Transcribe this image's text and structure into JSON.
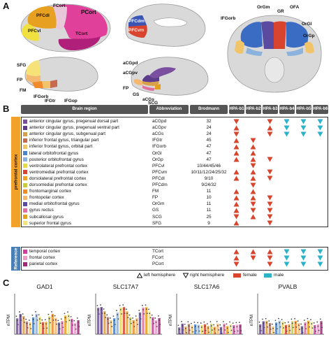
{
  "panels": {
    "a": "A",
    "b": "B",
    "c": "C"
  },
  "brain_labels": {
    "fcort": "FCort",
    "pcort": "PCort",
    "pfcdl": "PFCdl",
    "pfcvl": "PFCvl",
    "tcort": "TCort",
    "pfcdm": "PFCdm",
    "pfcvm": "PFCvm",
    "orgm": "OrGm",
    "gr": "GR",
    "ofa": "OFA",
    "ifgorb_top": "IFGorb",
    "orgl": "OrGl",
    "orgp": "OrGp",
    "sfg": "SFG",
    "fp_left": "FP",
    "fm": "FM",
    "ifgorb_bot": "IFGorb",
    "ifgtr": "IFGtr",
    "ifgop": "IFGop",
    "acgpd": "aCGpd",
    "acgpv": "aCGpv",
    "fp_mid": "FP",
    "gs": "GS",
    "acgs": "aCGs",
    "scg": "SCG"
  },
  "table": {
    "headers": {
      "region": "Brain region",
      "abbr": "Abbreviation",
      "brod": "Brodmann",
      "hpa": [
        "HPA-b1",
        "HPA-b2",
        "HPA-b3",
        "HPA-b4",
        "HPA-b5",
        "HPA-b6"
      ]
    },
    "group_pfc": "prefrontal cortex",
    "group_ref": "Reference",
    "pfc_rows": [
      {
        "region": "anterior cingular gyrus, pregenual dorsal part",
        "abbr": "aCGpd",
        "brod": "32",
        "color": "#7b4fa0",
        "cells": [
          "dR",
          "",
          "dR",
          "dC",
          "dC",
          "dC"
        ]
      },
      {
        "region": "anterior cingular gyrus, pregenual ventral part",
        "abbr": "aCGpv",
        "brod": "24",
        "color": "#5d3c8c",
        "cells": [
          "uR",
          "",
          "uR",
          "dC",
          "dC",
          "dC"
        ]
      },
      {
        "region": "anterior cingular gyrus, subgenual part",
        "abbr": "aCGs",
        "brod": "24",
        "color": "#d9a04a",
        "cells": [
          "dR",
          "",
          "dR",
          "dC",
          "dC",
          "dC"
        ]
      },
      {
        "region": "inferior frontal gyrus, triangular part",
        "abbr": "IFGtr",
        "brod": "45",
        "color": "#c76b50",
        "cells": [
          "uR",
          "dR",
          "",
          "",
          "",
          ""
        ]
      },
      {
        "region": "inferior frontal gyrus, orbital part",
        "abbr": "IFGorb",
        "brod": "47",
        "color": "#f2c46a",
        "cells": [
          "uR",
          "uR",
          "",
          "",
          "",
          ""
        ]
      },
      {
        "region": "lateral orbitofrontal gyrus",
        "abbr": "OrGl",
        "brod": "47",
        "color": "#4b83c4",
        "cells": [
          "uR",
          "uR",
          "",
          "",
          "",
          ""
        ]
      },
      {
        "region": "posterior orbitofrontal gyrus",
        "abbr": "OrGp",
        "brod": "47",
        "color": "#8cb3dd",
        "cells": [
          "uR",
          "uR",
          "dR",
          "",
          "",
          ""
        ]
      },
      {
        "region": "ventrolateral prefrontal cortex",
        "abbr": "PFCvl",
        "brod": "10/44/45/46",
        "color": "#e7d94a",
        "cells": [
          "",
          "dR",
          "",
          "",
          "",
          ""
        ]
      },
      {
        "region": "ventromedial prefrontal cortex",
        "abbr": "PFCvm",
        "brod": "10/11/12/24/25/32",
        "color": "#d8442e",
        "cells": [
          "uR",
          "uR",
          "dR",
          "",
          "",
          ""
        ]
      },
      {
        "region": "dorsolateral prefrontal cortex",
        "abbr": "PFCdl",
        "brod": "9/10",
        "color": "#f0a22a",
        "cells": [
          "uR",
          "uR",
          "dR",
          "",
          "",
          ""
        ]
      },
      {
        "region": "dorsomedial prefrontal cortex",
        "abbr": "PFCdm",
        "brod": "9/24/32",
        "color": "#c9cc3a",
        "cells": [
          "",
          "dR",
          "",
          "",
          "",
          ""
        ]
      },
      {
        "region": "frontomarginal cortex",
        "abbr": "FM",
        "brod": "11",
        "color": "#f08a2a",
        "cells": [
          "uR",
          "uR",
          "",
          "",
          "",
          ""
        ]
      },
      {
        "region": "frontopolar cortex",
        "abbr": "FP",
        "brod": "10",
        "color": "#f4b870",
        "cells": [
          "uR",
          "uR",
          "dR",
          "",
          "",
          ""
        ]
      },
      {
        "region": "medial orbitofrontal gyrus",
        "abbr": "OrGm",
        "brod": "11",
        "color": "#5a4aa0",
        "cells": [
          "uR",
          "dR",
          "dR",
          "",
          "",
          ""
        ]
      },
      {
        "region": "gyrus rectus",
        "abbr": "GS",
        "brod": "11",
        "color": "#e070a0",
        "cells": [
          "uR",
          "dR",
          "dR",
          "",
          "",
          ""
        ]
      },
      {
        "region": "subcallosal gyrus",
        "abbr": "SCG",
        "brod": "25",
        "color": "#e5a020",
        "cells": [
          "dR",
          "uR",
          "dR",
          "",
          "",
          ""
        ]
      },
      {
        "region": "superior frontal gyrus",
        "abbr": "SFG",
        "brod": "9",
        "color": "#f5e37a",
        "cells": [
          "uR",
          "",
          "dR",
          "",
          "",
          ""
        ]
      }
    ],
    "ref_rows": [
      {
        "region": "temporal cortex",
        "abbr": "TCort",
        "brod": "",
        "color": "#d040a0",
        "cells": [
          "uR",
          "uR",
          "uR",
          "dC",
          "dC",
          "dC"
        ]
      },
      {
        "region": "frontal cortex",
        "abbr": "FCort",
        "brod": "",
        "color": "#e8a0c8",
        "cells": [
          "uR",
          "dR",
          "dR",
          "dC",
          "dC",
          "dC"
        ]
      },
      {
        "region": "parietal cortex",
        "abbr": "PCort",
        "brod": "",
        "color": "#a02878",
        "cells": [
          "dR",
          "",
          "dR",
          "dC",
          "dC",
          "dC"
        ]
      }
    ]
  },
  "legend": {
    "left": "left hemisphere",
    "right": "right hemisphere",
    "female": "female",
    "male": "male",
    "female_color": "#d8442e",
    "male_color": "#2bb3c8"
  },
  "charts": [
    {
      "title": "GAD1",
      "ylabel": "nTPM"
    },
    {
      "title": "SLC17A7",
      "ylabel": "nTPM"
    },
    {
      "title": "SLC17A6",
      "ylabel": "nTPM"
    },
    {
      "title": "PVALB",
      "ylabel": "nTPM"
    }
  ]
}
